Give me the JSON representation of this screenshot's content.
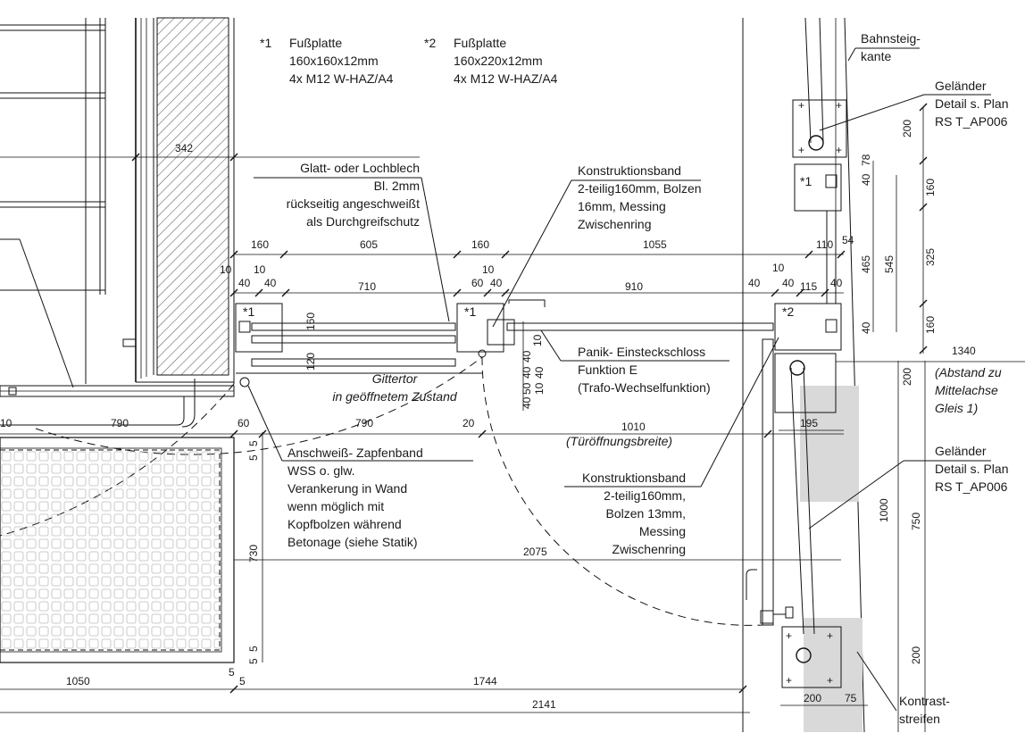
{
  "footplates": {
    "fp1": {
      "mark": "*1",
      "title": "Fußplatte",
      "size": "160x160x12mm",
      "bolts": "4x M12 W-HAZ/A4"
    },
    "fp2": {
      "mark": "*2",
      "title": "Fußplatte",
      "size": "160x220x12mm",
      "bolts": "4x M12 W-HAZ/A4"
    }
  },
  "callouts": {
    "blech": [
      "Glatt- oder Lochblech",
      "Bl. 2mm",
      "rückseitig angeschweißt",
      "als Durchgreifschutz"
    ],
    "band1": [
      "Konstruktionsband",
      "2-teilig160mm, Bolzen",
      "16mm, Messing",
      "Zwischenring"
    ],
    "bahnsteig": [
      "Bahnsteig-",
      "kante"
    ],
    "gelaender_top": [
      "Geländer",
      "Detail s. Plan",
      "RS T_AP006"
    ],
    "panik": [
      "Panik- Einsteckschloss",
      "Funktion E",
      "(Trafo-Wechselfunktion)"
    ],
    "abstand": [
      "(Abstand zu",
      "Mittelachse",
      "Gleis 1)"
    ],
    "gittertor": [
      "Gittertor",
      "in geöffnetem Zustand"
    ],
    "tueroeffnung": "(Türöffnungsbreite)",
    "zapfenband": [
      "Anschweiß- Zapfenband",
      "WSS o. glw.",
      "Verankerung in Wand",
      "wenn möglich mit",
      "Kopfbolzen während",
      "Betonage (siehe Statik)"
    ],
    "gelaender_bottom": [
      "Geländer",
      "Detail s. Plan",
      "RS T_AP006"
    ],
    "band2": [
      "Konstruktionsband",
      "2-teilig160mm,",
      "Bolzen 13mm,",
      "Messing",
      "Zwischenring"
    ],
    "kontrast": [
      "Kontrast-",
      "streifen"
    ],
    "plate_marks": [
      "*1",
      "*1",
      "*2",
      "*1"
    ]
  },
  "dimensions": {
    "d342": "342",
    "row1": [
      "160",
      "605",
      "160",
      "1055",
      "110",
      "54"
    ],
    "row2": [
      "10",
      "10",
      "10"
    ],
    "row3": [
      "40",
      "40",
      "710",
      "60",
      "40",
      "910",
      "40",
      "40",
      "115",
      "40"
    ],
    "v160": "160",
    "v120": "120",
    "lock": [
      "10",
      "40",
      "40",
      "40",
      "50",
      "10",
      "40"
    ],
    "right_v": [
      "200",
      "78",
      "40",
      "160",
      "465",
      "545",
      "325",
      "40",
      "160"
    ],
    "d1340": "1340",
    "d200_mid": "200",
    "d195": "195",
    "row4": [
      "10",
      "790",
      "60",
      "790",
      "20",
      "1010"
    ],
    "left_v": [
      "5",
      "5",
      "730",
      "5",
      "5"
    ],
    "d2075": "2075",
    "d1000": "1000",
    "d750": "750",
    "d200_low": "200",
    "bottom1": [
      "1050",
      "5",
      "5",
      "1744"
    ],
    "d2141": "2141",
    "bottom_right": [
      "200",
      "75"
    ]
  }
}
